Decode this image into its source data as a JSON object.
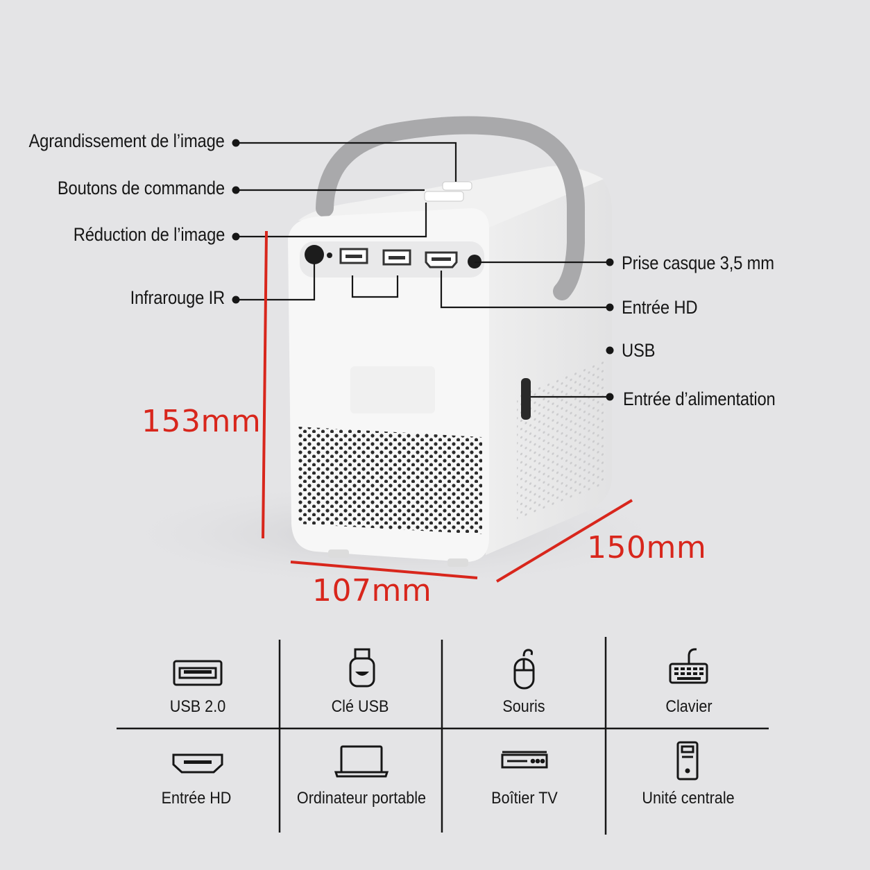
{
  "callouts_left": [
    {
      "id": "zoom-in",
      "text": "Agrandissement de l’image"
    },
    {
      "id": "buttons",
      "text": "Boutons de commande"
    },
    {
      "id": "zoom-out",
      "text": "Réduction de l’image"
    },
    {
      "id": "ir",
      "text": "Infrarouge IR"
    }
  ],
  "callouts_right": [
    {
      "id": "audio",
      "text": "Prise casque 3,5 mm"
    },
    {
      "id": "hd-in",
      "text": "Entrée HD"
    },
    {
      "id": "usb",
      "text": "USB"
    },
    {
      "id": "power",
      "text": "Entrée d’alimentation"
    }
  ],
  "dimensions": {
    "height": "153mm",
    "width": "107mm",
    "depth": "150mm",
    "color": "#d8261c"
  },
  "compatibility": [
    {
      "label": "Souris",
      "icon": "mouse-icon"
    },
    {
      "label": "USB 2.0",
      "icon": "usb-port-icon"
    },
    {
      "label": "Clé USB",
      "icon": "usb-stick-icon"
    },
    {
      "label": "Clavier",
      "icon": "keyboard-icon"
    },
    {
      "label": "Entrée HD",
      "icon": "hdmi-port-icon"
    },
    {
      "label": "Ordinateur portable",
      "icon": "laptop-icon"
    },
    {
      "label": "Boîtier TV",
      "icon": "tv-box-icon"
    },
    {
      "label": "Unité centrale",
      "icon": "desktop-tower-icon"
    }
  ],
  "colors": {
    "background": "#e4e4e6",
    "device_body": "#f6f6f6",
    "handle": "#a9a9ab",
    "leader_lines": "#161616"
  }
}
